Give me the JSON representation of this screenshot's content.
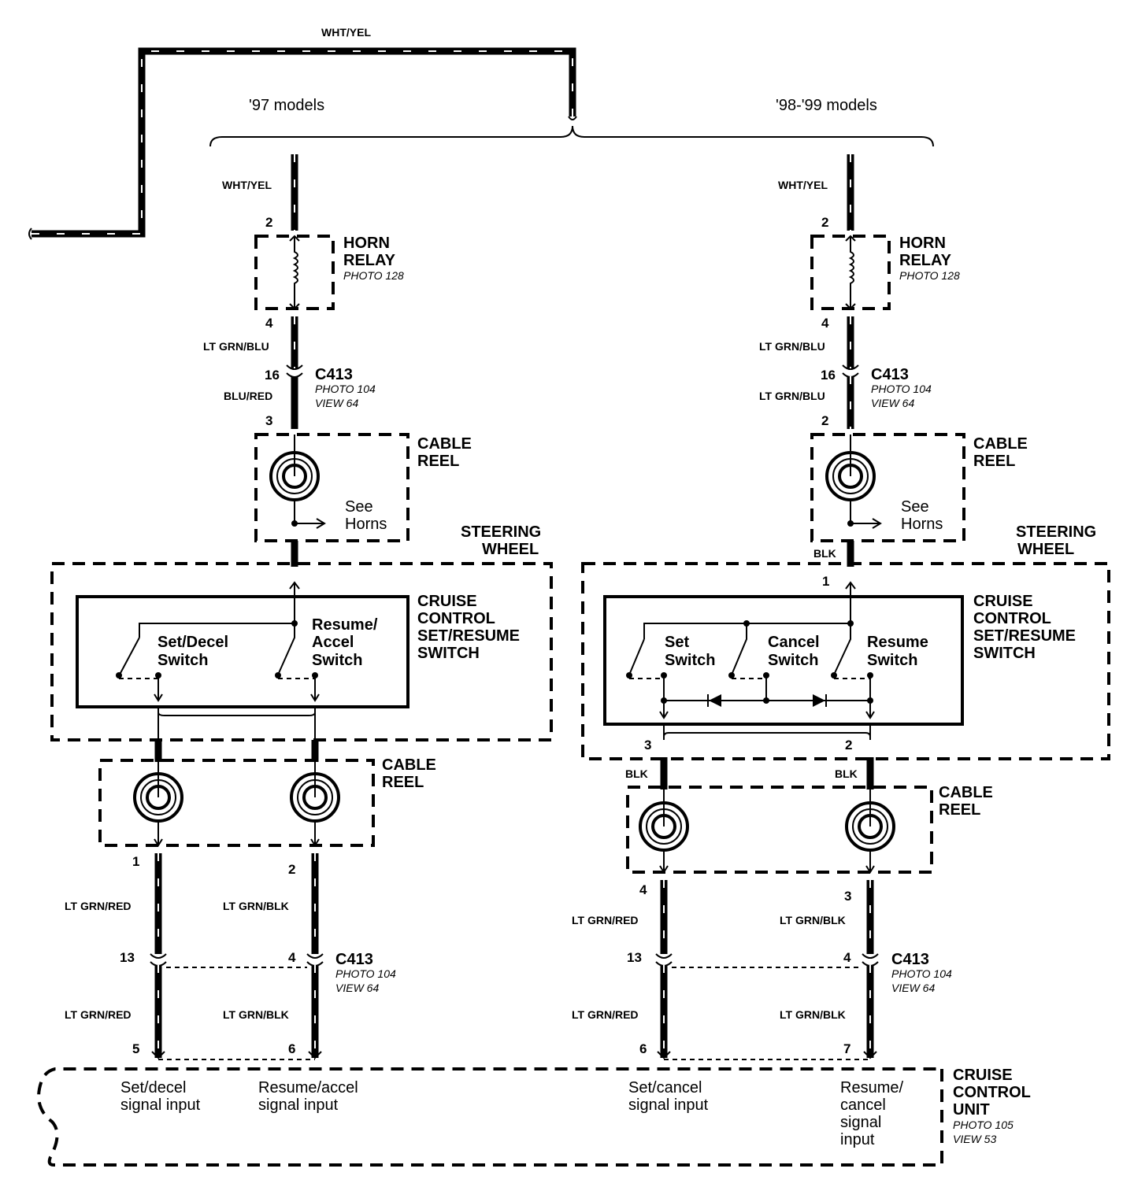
{
  "top": {
    "wire_color": "WHT/YEL",
    "models_left": "'97 models",
    "models_right": "'98-'99 models"
  },
  "left": {
    "wire_top": "WHT/YEL",
    "horn_relay": {
      "title1": "HORN",
      "title2": "RELAY",
      "photo": "PHOTO 128",
      "pin_in": "2",
      "pin_out": "4"
    },
    "wire_relay_out": "LT GRN/BLU",
    "c413_top": {
      "name": "C413",
      "photo": "PHOTO 104",
      "view": "VIEW 64",
      "pin_a": "16",
      "pin_b": "3"
    },
    "wire_to_reel": "BLU/RED",
    "cable_reel_upper": {
      "title1": "CABLE",
      "title2": "REEL",
      "see1": "See",
      "see2": "Horns"
    },
    "steering_wheel": {
      "title1": "STEERING",
      "title2": "WHEEL"
    },
    "switch_block": {
      "title1": "CRUISE",
      "title2": "CONTROL",
      "title3": "SET/RESUME",
      "title4": "SWITCH"
    },
    "switch_a": {
      "line1": "Set/Decel",
      "line2": "Switch"
    },
    "switch_b": {
      "line1": "Resume/",
      "line2": "Accel",
      "line3": "Switch"
    },
    "cable_reel_lower": {
      "title1": "CABLE",
      "title2": "REEL"
    },
    "reel_pin_a": "1",
    "reel_pin_b": "2",
    "wire_a_upper": "LT GRN/RED",
    "wire_b_upper": "LT GRN/BLK",
    "c413_bottom": {
      "name": "C413",
      "photo": "PHOTO 104",
      "view": "VIEW 64",
      "pin_a": "13",
      "pin_b": "4"
    },
    "wire_a_lower": "LT GRN/RED",
    "wire_b_lower": "LT GRN/BLK",
    "unit_pin_a": "5",
    "unit_pin_b": "6",
    "input_a": {
      "line1": "Set/decel",
      "line2": "signal input"
    },
    "input_b": {
      "line1": "Resume/accel",
      "line2": "signal input"
    }
  },
  "right": {
    "wire_top": "WHT/YEL",
    "horn_relay": {
      "title1": "HORN",
      "title2": "RELAY",
      "photo": "PHOTO 128",
      "pin_in": "2",
      "pin_out": "4"
    },
    "wire_relay_out": "LT GRN/BLU",
    "c413_top": {
      "name": "C413",
      "photo": "PHOTO 104",
      "view": "VIEW 64",
      "pin_a": "16",
      "pin_b": "2"
    },
    "wire_to_reel": "LT GRN/BLU",
    "cable_reel_upper": {
      "title1": "CABLE",
      "title2": "REEL",
      "see1": "See",
      "see2": "Horns"
    },
    "wire_reel_out": "BLK",
    "steering_wheel": {
      "title1": "STEERING",
      "title2": "WHEEL"
    },
    "switch_pin_in": "1",
    "switch_block": {
      "title1": "CRUISE",
      "title2": "CONTROL",
      "title3": "SET/RESUME",
      "title4": "SWITCH"
    },
    "switch_a": {
      "line1": "Set",
      "line2": "Switch"
    },
    "switch_b": {
      "line1": "Cancel",
      "line2": "Switch"
    },
    "switch_c": {
      "line1": "Resume",
      "line2": "Switch"
    },
    "switch_pin_a": "3",
    "switch_pin_b": "2",
    "wire_blk_a": "BLK",
    "wire_blk_b": "BLK",
    "cable_reel_lower": {
      "title1": "CABLE",
      "title2": "REEL"
    },
    "reel_pin_a": "4",
    "reel_pin_b": "3",
    "wire_a_upper": "LT GRN/RED",
    "wire_b_upper": "LT GRN/BLK",
    "c413_bottom": {
      "name": "C413",
      "photo": "PHOTO 104",
      "view": "VIEW 64",
      "pin_a": "13",
      "pin_b": "4"
    },
    "wire_a_lower": "LT GRN/RED",
    "wire_b_lower": "LT GRN/BLK",
    "unit_pin_a": "6",
    "unit_pin_b": "7",
    "input_a": {
      "line1": "Set/cancel",
      "line2": "signal input"
    },
    "input_b": {
      "line1": "Resume/",
      "line2": "cancel",
      "line3": "signal",
      "line4": "input"
    }
  },
  "cruise_unit": {
    "title1": "CRUISE",
    "title2": "CONTROL",
    "title3": "UNIT",
    "photo": "PHOTO 105",
    "view": "VIEW 53"
  }
}
